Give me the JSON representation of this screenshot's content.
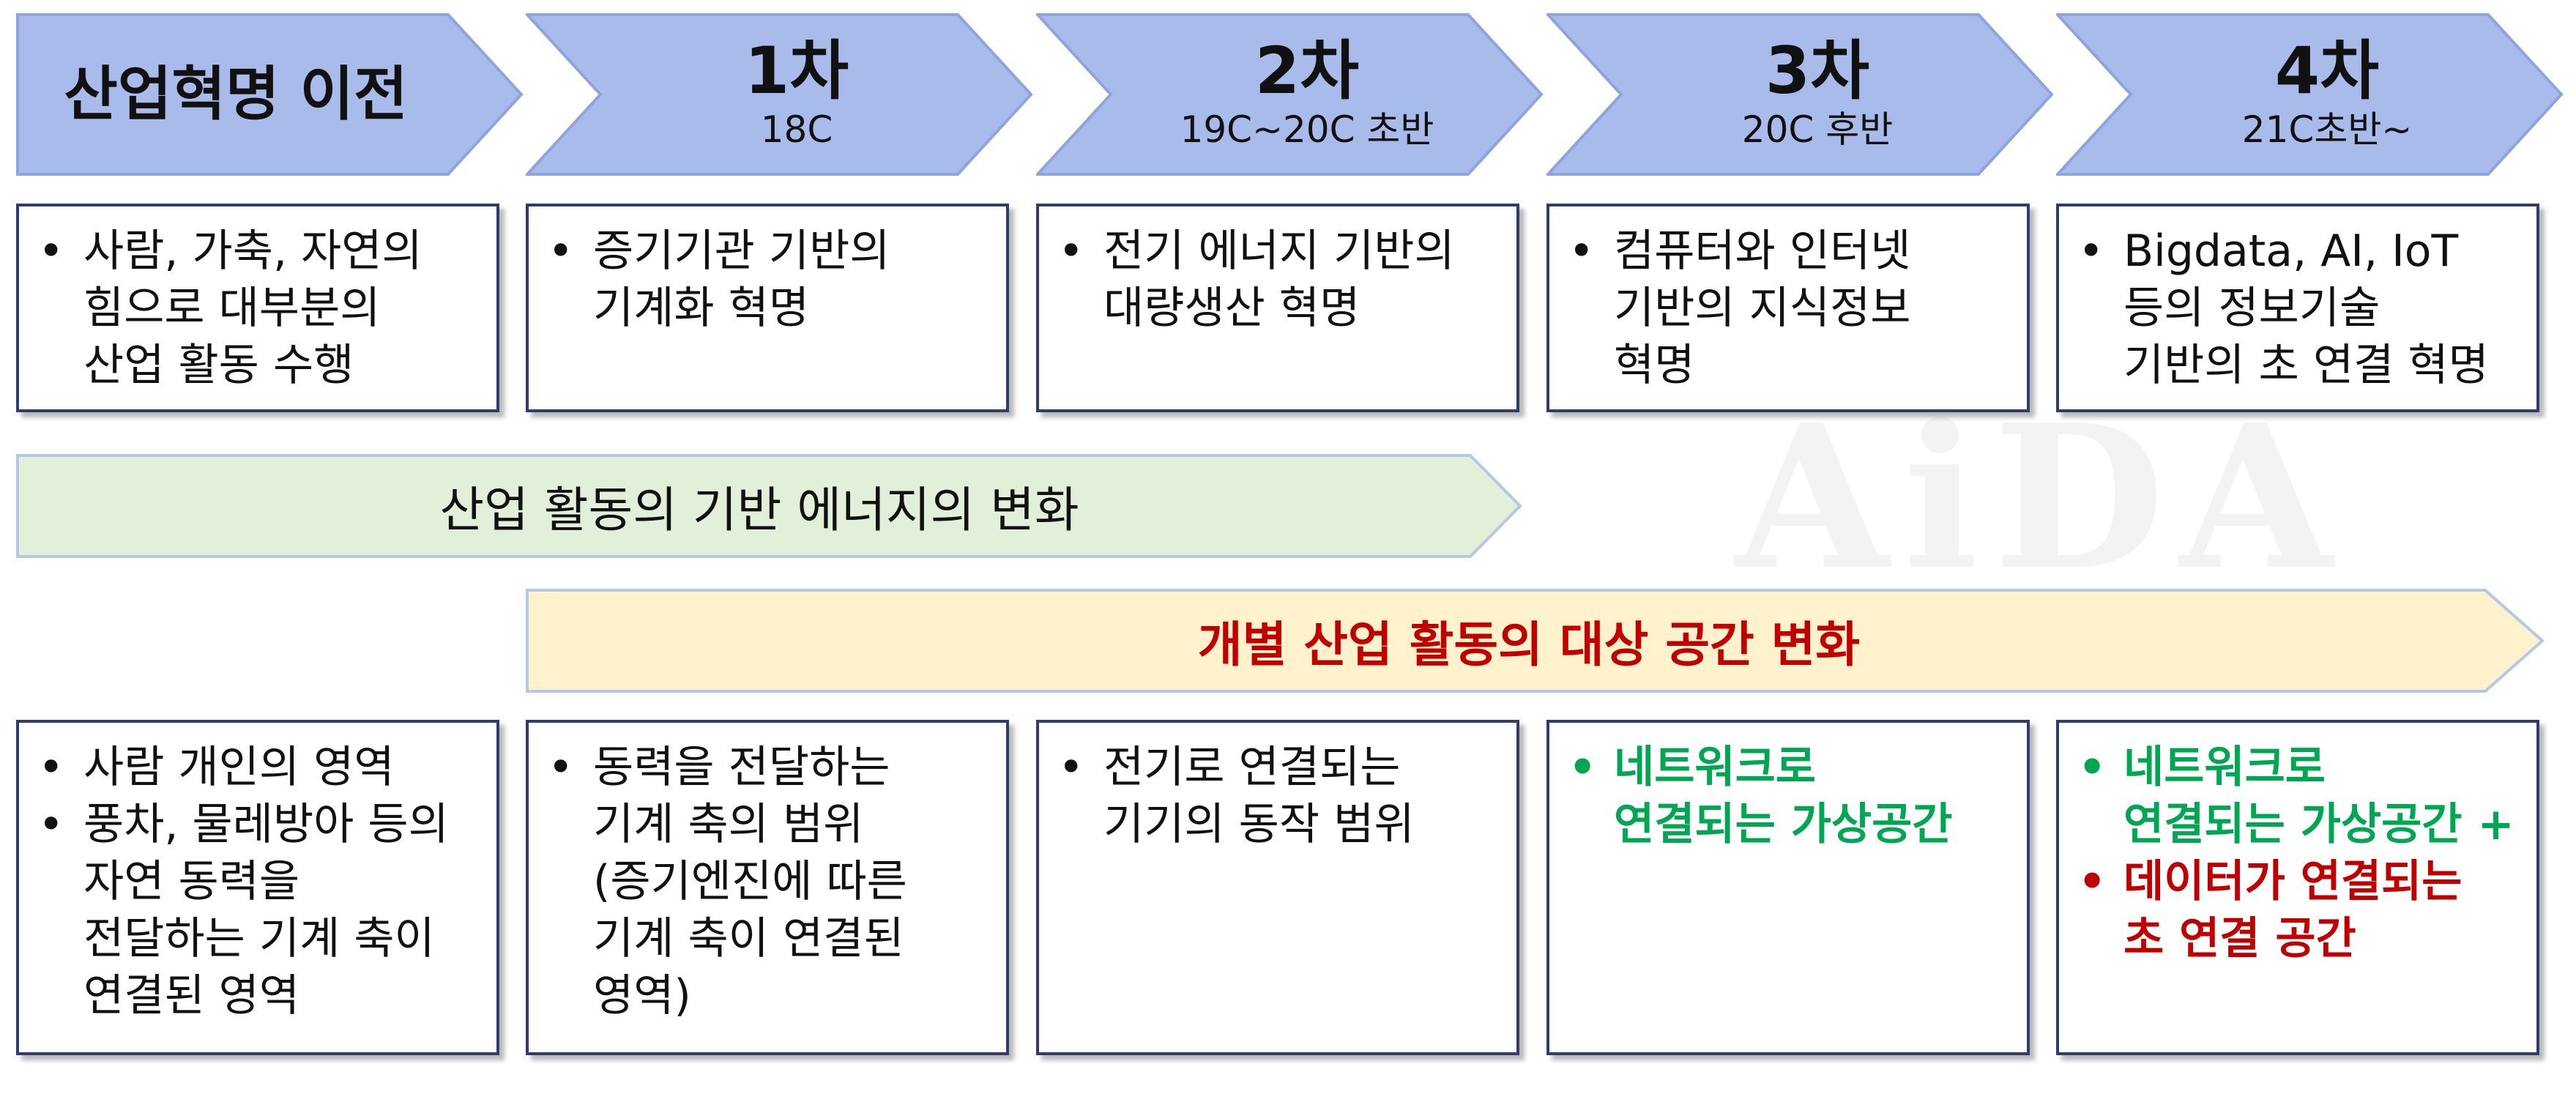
{
  "watermark": "AiDA",
  "colors": {
    "arrow_fill": "#a9bbea",
    "arrow_stroke": "#8fa4dd",
    "box_border": "#2f3d6e",
    "band1_fill": "#e2efd9",
    "band1_stroke": "#b3c9e6",
    "band2_fill": "#fff2cc",
    "band2_stroke": "#b3c9e6",
    "band2_text": "#c00000",
    "green_text": "#00a651",
    "red_text": "#c00000"
  },
  "stages": [
    {
      "title": "산업혁명 이전",
      "sub": ""
    },
    {
      "title": "1차",
      "sub": "18C"
    },
    {
      "title": "2차",
      "sub": "19C~20C 초반"
    },
    {
      "title": "3차",
      "sub": "20C 후반"
    },
    {
      "title": "4차",
      "sub": "21C초반~"
    }
  ],
  "descriptions": [
    [
      "사람, 가축, 자연의\n힘으로 대부분의\n산업 활동 수행"
    ],
    [
      "증기기관 기반의\n기계화 혁명"
    ],
    [
      "전기 에너지 기반의\n대량생산 혁명"
    ],
    [
      "컴퓨터와 인터넷\n기반의 지식정보\n혁명"
    ],
    [
      "Bigdata, AI, IoT\n등의 정보기술\n기반의 초 연결 혁명"
    ]
  ],
  "band_energy": "산업 활동의 기반 에너지의 변화",
  "band_space": "개별 산업 활동의 대상 공간 변화",
  "spaces": [
    [
      {
        "text": "사람 개인의 영역",
        "style": "normal"
      },
      {
        "text": "풍차, 물레방아 등의\n자연 동력을\n전달하는 기계 축이\n연결된 영역",
        "style": "normal"
      }
    ],
    [
      {
        "text": "동력을 전달하는\n기계 축의 범위\n(증기엔진에 따른\n기계 축이 연결된\n영역)",
        "style": "normal"
      }
    ],
    [
      {
        "text": "전기로 연결되는\n기기의 동작 범위",
        "style": "normal"
      }
    ],
    [
      {
        "text": "네트워크로\n연결되는 가상공간",
        "style": "green"
      }
    ],
    [
      {
        "text": "네트워크로\n연결되는 가상공간 +",
        "style": "green"
      },
      {
        "text": "데이터가 연결되는\n초 연결 공간",
        "style": "red"
      }
    ]
  ]
}
